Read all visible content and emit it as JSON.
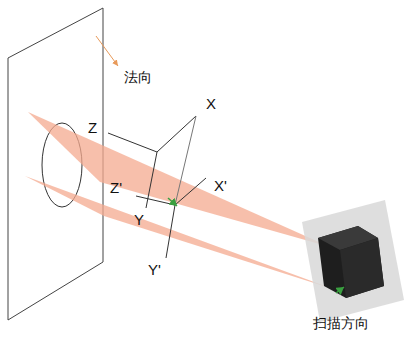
{
  "diagram": {
    "labels": [
      "法向",
      "X",
      "Z",
      "X'",
      "Z'",
      "Y",
      "Y'",
      "扫描方向"
    ]
  }
}
